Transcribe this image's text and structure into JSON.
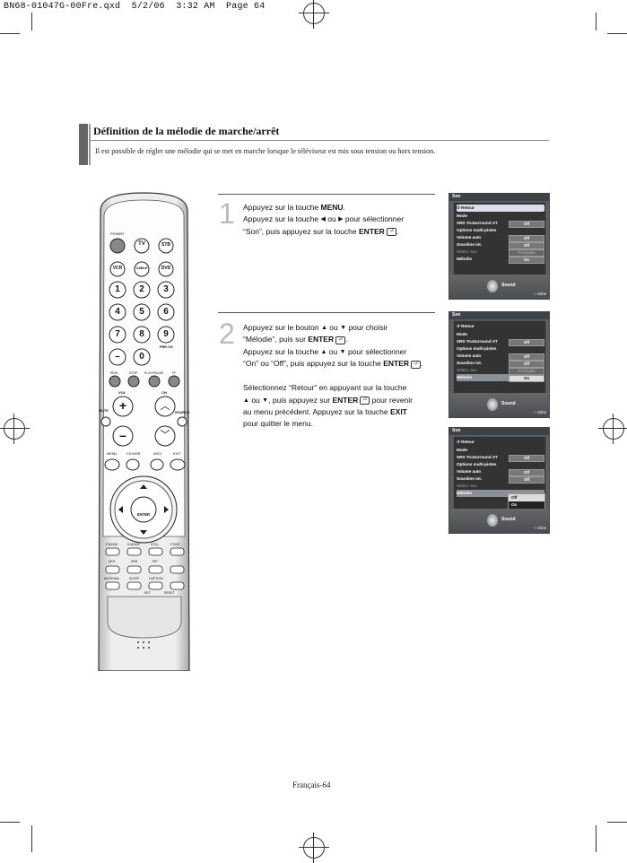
{
  "file_header": "BN68-01047G-00Fre.qxd  5/2/06  3:32 AM  Page 64",
  "section": {
    "title": "Définition de la mélodie de marche/arrêt",
    "description": "Il est possible de régler une mélodie qui se met en marche lorsque le téléviseur est mis sous tension ou hors tension."
  },
  "steps": [
    {
      "number": "1",
      "lines": [
        [
          "Appuyez sur la touche ",
          "MENU",
          "."
        ],
        [
          "Appuyez sur la touche ",
          "",
          " ou ",
          "",
          " pour sélectionner"
        ],
        [
          "“Son”, puis appuyez sur la touche ",
          "ENTER",
          "."
        ]
      ]
    },
    {
      "number": "2",
      "l1": "Appuyez sur le bouton",
      "l1b": "ou",
      "l1c": "pour choisir",
      "l2a": "“Mélodie”, puis sur",
      "l2b": "ENTER",
      "l3a": "Appuyez sur la touche",
      "l3b": "ou",
      "l3c": "pour sélectionner",
      "l4a": "“On” ou “Off”, puis appuyez sur la touche",
      "l4b": "ENTER",
      "l5": "Sélectionnez “Retour” en appuyant sur la touche",
      "l6a": "ou",
      "l6b": ", puis appuyez sur",
      "l6c": "ENTER",
      "l6d": "pour revenir",
      "l7": "au menu précédent. Appuyez sur la touche",
      "l7b": "EXIT",
      "l8": "pour quitter le menu."
    }
  ],
  "step1": {
    "l1a": "Appuyez sur la touche",
    "l1b": "MENU",
    "l2a": "Appuyez sur la touche",
    "l2b": "ou",
    "l2c": "pour sélectionner",
    "l3a": "“Son”, puis appuyez sur la touche",
    "l3b": "ENTER"
  },
  "osd": {
    "title": "Son",
    "retour": "Retour",
    "mode": "Mode",
    "srs": "SRS TruSurround XT",
    "options": "Options multi-pistes",
    "volume_auto": "Volume auto",
    "sourdine": "Sourdine int.",
    "select_son": "Sélect. son",
    "melodie": "Mélodie",
    "off": "Off",
    "on": "On",
    "principale": "Principale",
    "sound": "Sound",
    "info": "Infos"
  },
  "remote": {
    "power": "POWER",
    "tv": "TV",
    "stb": "STB",
    "vcr": "VCR",
    "cable": "CABLE",
    "dvd": "DVD",
    "digits": [
      "1",
      "2",
      "3",
      "4",
      "5",
      "6",
      "7",
      "8",
      "9",
      "–",
      "0"
    ],
    "prech": "PRE-CH",
    "rew": "REW",
    "stop": "STOP",
    "playpause": "PLAY/PAUSE",
    "ff": "FF",
    "vol": "VOL",
    "ch": "CH",
    "mute": "MUTE",
    "source": "SOURCE",
    "menu": "MENU",
    "chmgr": "CH MGR",
    "info": "INFO",
    "exit": "EXIT",
    "enter": "ENTER",
    "pmode": "P.MODE",
    "smode": "S.MODE",
    "still": "STILL",
    "psize": "P.SIZE",
    "mts": "MTS",
    "srs": "SRS",
    "pip": "PIP",
    "antenna": "ANTENNA",
    "sleep": "SLEEP",
    "caption": "CAPTION",
    "set": "SET",
    "reset": "RESET"
  },
  "footer": "Français-64"
}
